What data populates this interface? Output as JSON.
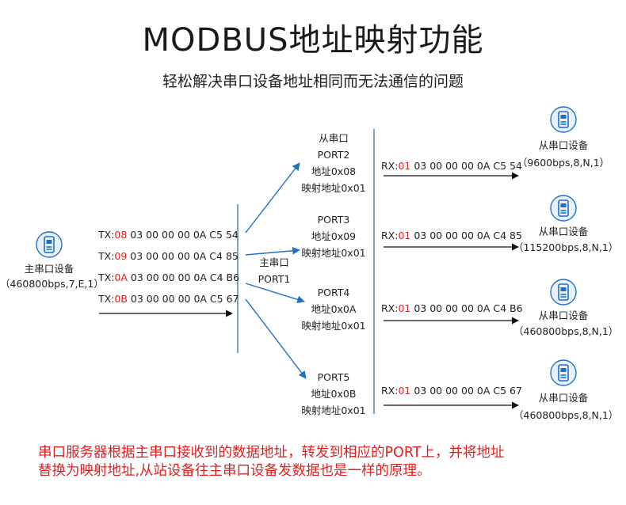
{
  "header": {
    "title": "MODBUS地址映射功能",
    "subtitle": "轻松解决串口设备地址相同而无法通信的问题"
  },
  "master": {
    "label": "主串口设备",
    "params": "（460800bps,7,E,1）",
    "icon": "serial-port-icon"
  },
  "tx_lines": [
    {
      "prefix": "TX:",
      "addr": "08",
      "rest": " 03 00 00 00 0A C5 54"
    },
    {
      "prefix": "TX:",
      "addr": "09",
      "rest": " 03 00 00 00 0A C4 85"
    },
    {
      "prefix": "TX:",
      "addr": "0A",
      "rest": " 03 00 00 00 0A C4 B6"
    },
    {
      "prefix": "TX:",
      "addr": "0B",
      "rest": " 03 00 00 00 0A C5 67"
    }
  ],
  "hub": {
    "line1": "主串口",
    "line2": "PORT1"
  },
  "ports": [
    {
      "line0": "从串口",
      "name": "PORT2",
      "addr": "地址0x08",
      "map": "映射地址0x01"
    },
    {
      "line0": "",
      "name": "PORT3",
      "addr": "地址0x09",
      "map": "映射地址0x01"
    },
    {
      "line0": "",
      "name": "PORT4",
      "addr": "地址0x0A",
      "map": "映射地址0x01"
    },
    {
      "line0": "",
      "name": "PORT5",
      "addr": "地址0x0B",
      "map": "映射地址0x01"
    }
  ],
  "rx_lines": [
    {
      "prefix": "RX:",
      "addr": "01",
      "rest": " 03 00 00 00 0A C5 54"
    },
    {
      "prefix": "RX:",
      "addr": "01",
      "rest": " 03 00 00 00 0A C4 85"
    },
    {
      "prefix": "RX:",
      "addr": "01",
      "rest": " 03 00 00 00 0A C4 B6"
    },
    {
      "prefix": "RX:",
      "addr": "01",
      "rest": " 03 00 00 00 0A C5 67"
    }
  ],
  "slaves": [
    {
      "label": "从串口设备",
      "params": "（9600bps,8,N,1）"
    },
    {
      "label": "从串口设备",
      "params": "（115200bps,8,N,1）"
    },
    {
      "label": "从串口设备",
      "params": "（460800bps,8,N,1）"
    },
    {
      "label": "从串口设备",
      "params": "（460800bps,8,N,1）"
    }
  ],
  "footer": {
    "line1": "串口服务器根据主串口接收到的数据地址，转发到相应的PORT上，并将地址",
    "line2": "替换为映射地址,从站设备往主串口设备发数据也是一样的原理。"
  },
  "colors": {
    "arrow_blue": "#1f6fc6",
    "highlight_red": "#e02020",
    "icon_blue": "#1f6fc6"
  }
}
